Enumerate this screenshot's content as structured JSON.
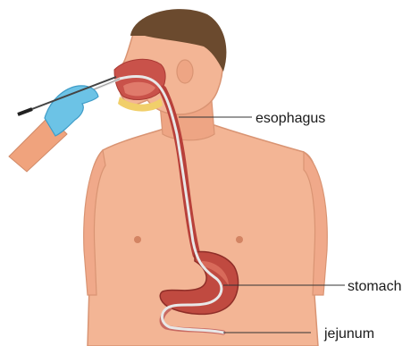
{
  "labels": {
    "esophagus": "esophagus",
    "stomach": "stomach",
    "jejunum": "jejunum"
  },
  "colors": {
    "background": "#ffffff",
    "skin": "#f3b595",
    "skin_shadow": "#e19a78",
    "hair": "#6b4a2e",
    "glove": "#6cc3e6",
    "sleeve_skin": "#f0a37d",
    "organ": "#b8403a",
    "organ_light": "#d86a5a",
    "tube": "#e8e8e8",
    "leader_line": "#333333"
  },
  "icons": [
    "medical-illustration-icon"
  ]
}
